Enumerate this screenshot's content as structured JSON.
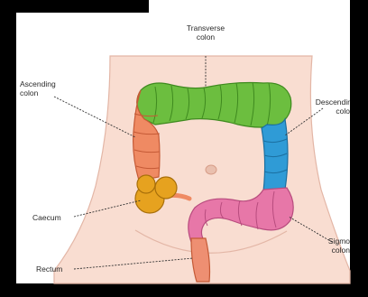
{
  "labels": {
    "transverse_line1": "Transverse",
    "transverse_line2": "colon",
    "ascending_line1": "Ascending",
    "ascending_line2": "colon",
    "descending_line1": "Descendir",
    "descending_line2": "colo",
    "caecum": "Caecum",
    "rectum": "Rectum",
    "sigmoid_line1": "Sigmo",
    "sigmoid_line2": "colon"
  },
  "colors": {
    "skin": "#f9ddd1",
    "skin_outline": "#e3b6a6",
    "transverse": "#6cbe3f",
    "ascending": "#ef8a63",
    "caecum": "#e6a21f",
    "descending": "#2f9bd6",
    "sigmoid": "#e777a8",
    "rectum": "#ee8f72",
    "black_corner": "#000000"
  }
}
